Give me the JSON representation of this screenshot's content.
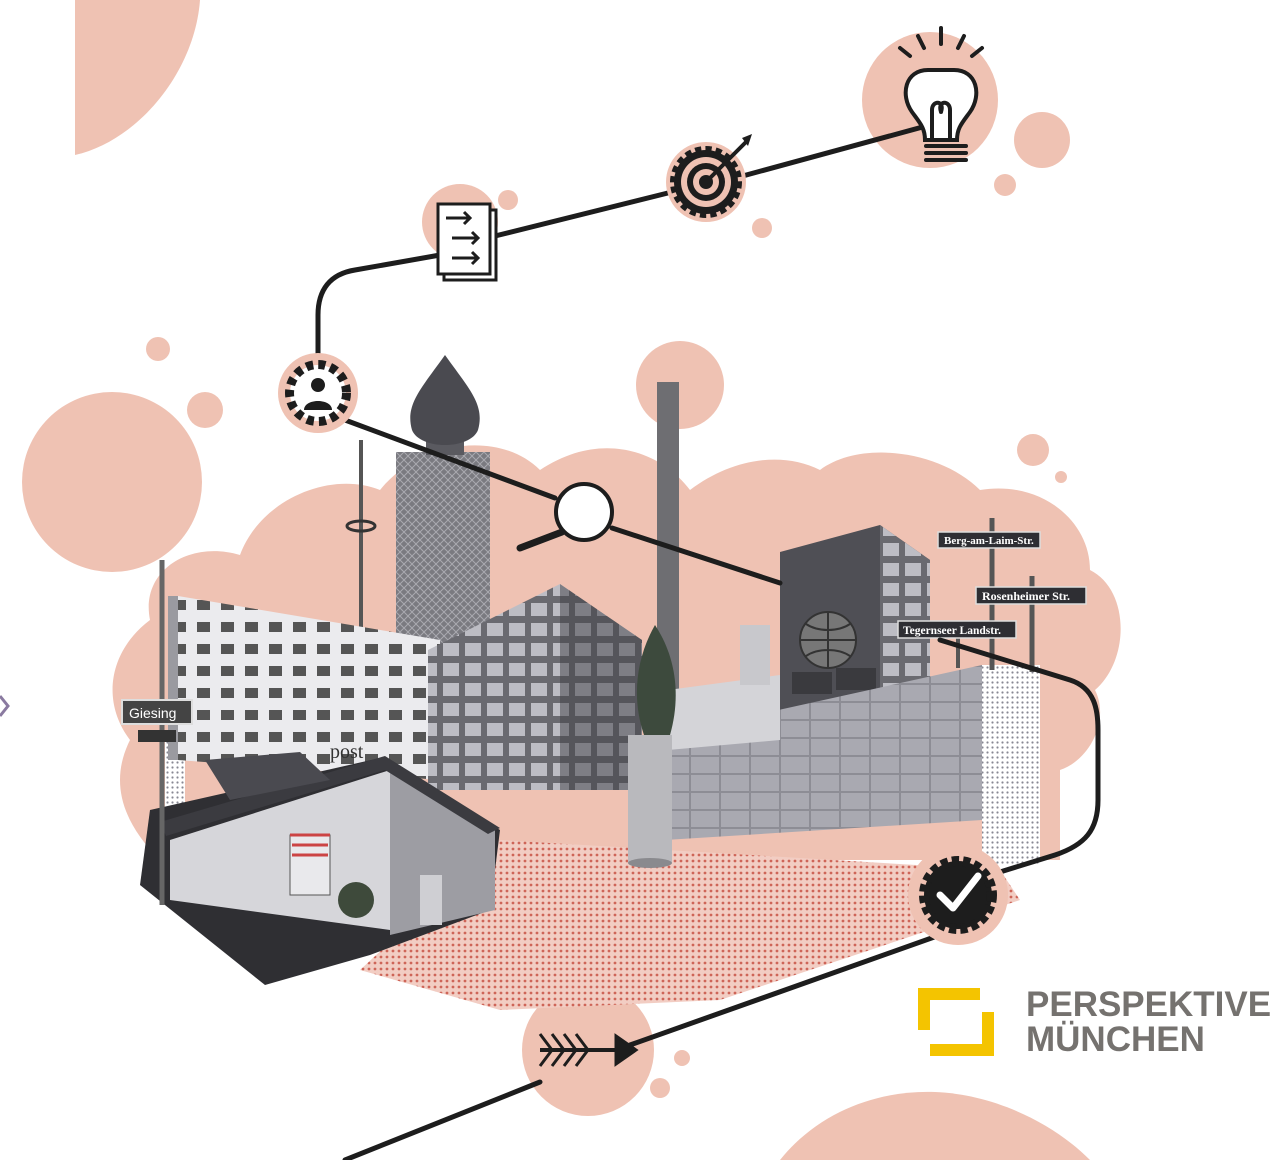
{
  "colors": {
    "blob": "#efc2b3",
    "path": "#1d1d1d",
    "logo_accent": "#f4c400",
    "logo_text": "#75726f",
    "ground": "#d9a59a",
    "building_dark": "#5c5c5f",
    "building_light": "#d9d9dc"
  },
  "street_signs": {
    "berg_am_laim": "Berg-am-Laim-Str.",
    "rosenheimer": "Rosenheimer Str.",
    "tegernseer": "Tegernseer Landstr."
  },
  "place_sign": "Giesing",
  "building_sign": "post",
  "logo": {
    "line1": "PERSPEKTIVE",
    "line2": "MÜNCHEN"
  },
  "icons": [
    "lightbulb-icon",
    "target-icon",
    "list-arrows-icon",
    "person-gear-icon",
    "magnifier-icon",
    "check-badge-icon",
    "arrow-icon"
  ]
}
